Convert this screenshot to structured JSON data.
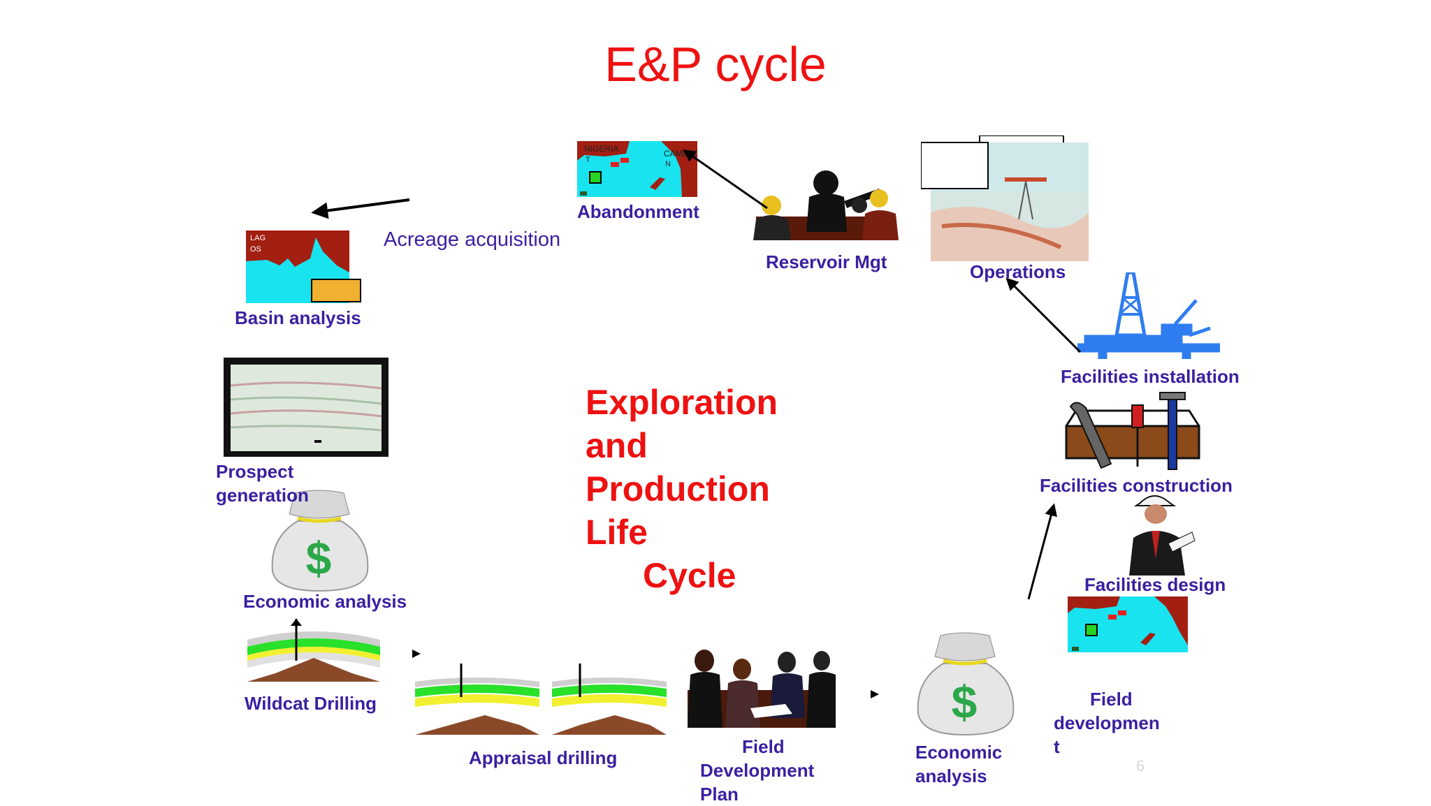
{
  "title": "E&P cycle",
  "center_text": {
    "line1": "Exploration",
    "line2": "and",
    "line3": "Production",
    "line4": "Life",
    "line5": "Cycle"
  },
  "acreage_label": "Acreage acquisition",
  "labels": {
    "abandonment": "Abandonment",
    "reservoir_mgt": "Reservoir Mgt",
    "operations": "Operations",
    "basin_analysis": "Basin analysis",
    "prospect_generation": {
      "line1": "Prospect",
      "line2": "generation"
    },
    "economic_analysis_left": "Economic analysis",
    "wildcat_drilling": "Wildcat Drilling",
    "appraisal_drilling": "Appraisal drilling",
    "field_dev_plan": {
      "line1": "Field",
      "line2": "Development",
      "line3": "Plan"
    },
    "economic_analysis_bottom": {
      "line1": "Economic",
      "line2": "analysis"
    },
    "field_development": {
      "line1": "Field",
      "line2": "developmen",
      "line3": "t"
    },
    "facilities_design": "Facilities design",
    "facilities_construction": "Facilities construction",
    "facilities_installation": "Facilities installation"
  },
  "map_texts": {
    "nigeria": "NIGERIA",
    "nigeria_suffix": "T",
    "cameroun": "CAMEROU",
    "cameroun_suffix": "N",
    "lagos_1": "LAG",
    "lagos_2": "OS"
  },
  "page_number": "6",
  "icons": [
    "map-icon",
    "meeting-icon",
    "offshore-platform-icon",
    "seismic-section-icon",
    "money-bag-icon",
    "drilling-cross-section-icon",
    "toolbox-icon",
    "engineer-icon",
    "drilling-rig-icon"
  ],
  "colors": {
    "title": "#ee1111",
    "label": "#3a1fa0",
    "rig_blue": "#2f7df0",
    "map_sea": "#19e3ee",
    "map_land": "#a21f12"
  }
}
